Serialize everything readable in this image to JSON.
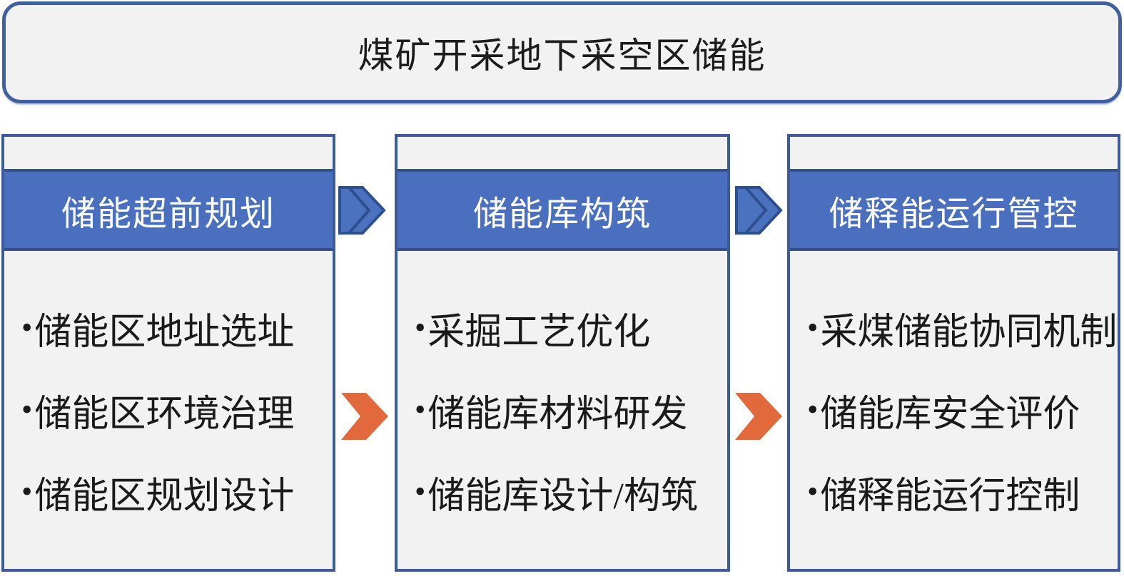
{
  "title": "煤矿开采地下采空区储能",
  "bullet_char": "•",
  "colors": {
    "box_fill": "#F2F2F2",
    "box_border_blue": "#3D5B99",
    "header_band_blue": "#4A6FBF",
    "header_band_border": "#36508E",
    "blue_chevron_fill": "#4A72BE",
    "blue_chevron_border": "#2E4E8F",
    "orange_chevron": "#E2693C",
    "header_text": "#FFFFFF",
    "body_text": "#1A1A1A"
  },
  "columns": [
    {
      "header": "储能超前规划",
      "items": [
        "储能区地址选址",
        "储能区环境治理",
        "储能区规划设计"
      ]
    },
    {
      "header": "储能库构筑",
      "items": [
        "采掘工艺优化",
        "储能库材料研发",
        "储能库设计/构筑"
      ]
    },
    {
      "header": "储释能运行管控",
      "items": [
        "采煤储能协同机制",
        "储能库安全评价",
        "储释能运行控制"
      ]
    }
  ]
}
